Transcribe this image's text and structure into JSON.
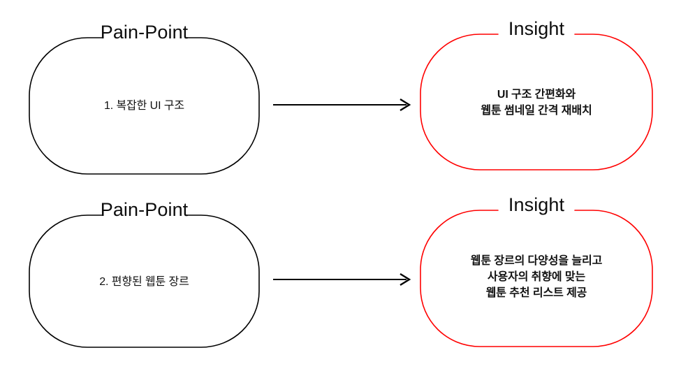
{
  "diagram": {
    "type": "flow",
    "title": "Pain-Point to Insight mapping",
    "background_color": "#ffffff",
    "pain_border_color": "#000000",
    "insight_border_color": "#ff0000",
    "text_color": "#000000",
    "arrow_color": "#000000"
  },
  "rows": [
    {
      "index": "1",
      "pain": {
        "legend": "Pain-Point",
        "body": "1. 복잡한 UI 구조"
      },
      "arrow": {
        "label": "",
        "direction": "right"
      },
      "insight": {
        "legend": "Insight",
        "body": "UI 구조 간편화와\n웹툰 썸네일 간격 재배치"
      }
    },
    {
      "index": "2",
      "pain": {
        "legend": "Pain-Point",
        "body": "2. 편향된 웹툰 장르"
      },
      "arrow": {
        "label": "",
        "direction": "right"
      },
      "insight": {
        "legend": "Insight",
        "body": "웹툰 장르의 다양성을 늘리고\n사용자의 취향에 맞는\n웹툰 추천 리스트 제공"
      }
    }
  ]
}
